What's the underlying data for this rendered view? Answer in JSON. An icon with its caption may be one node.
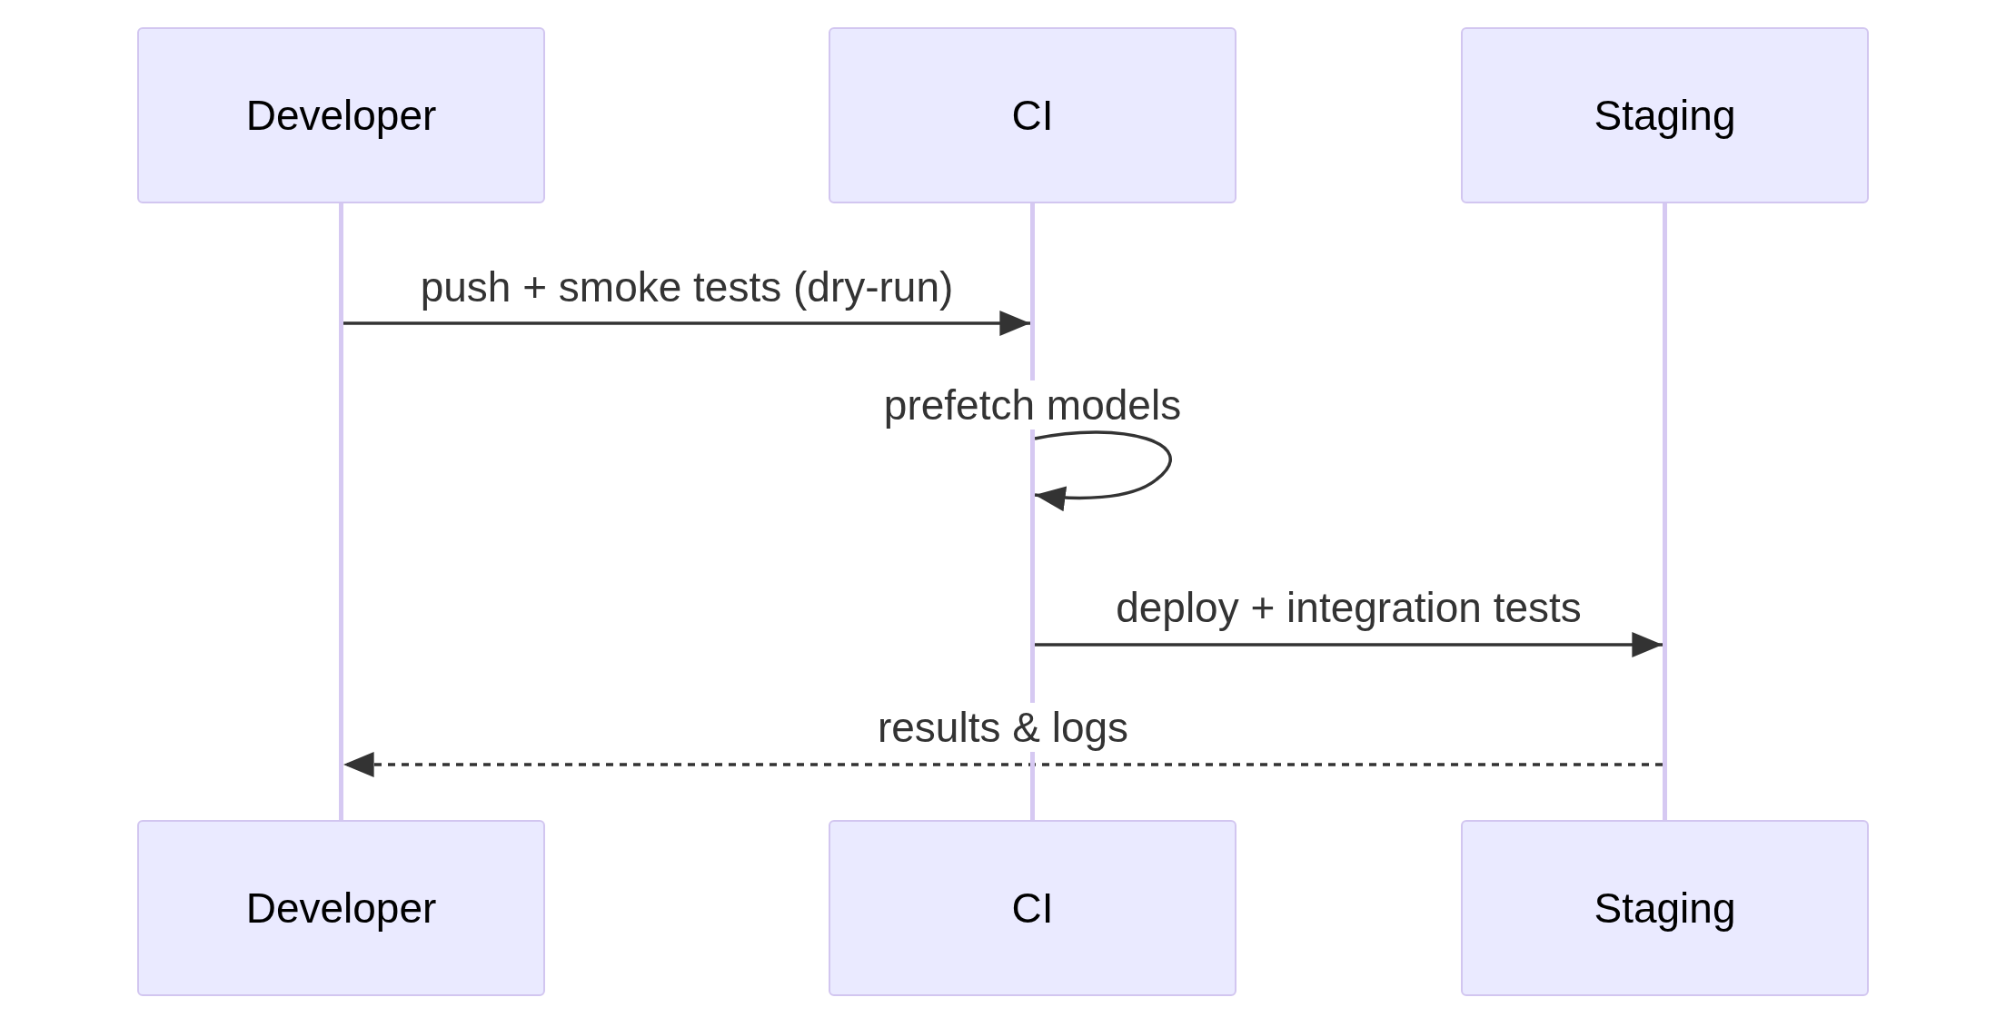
{
  "diagram": {
    "nodes": [
      {
        "text": [
          "Developer"
        ]
      },
      {
        "text": [
          "CI"
        ]
      },
      {
        "text": [
          "Staging"
        ]
      },
      {
        "text": [
          "Developer"
        ]
      },
      {
        "text": [
          "CI"
        ]
      },
      {
        "text": [
          "Staging"
        ]
      },
      {
        "text": [],
        "shape": "bar"
      },
      {
        "text": [],
        "shape": "bar"
      },
      {
        "text": [],
        "shape": "bar"
      }
    ],
    "edges": [
      {
        "from": 6,
        "to": 7,
        "arrow": "to",
        "label": "push + smoke tests (dry-run)"
      },
      {
        "from": 7,
        "to": 7,
        "arrow": "to",
        "label": "prefetch models"
      },
      {
        "from": 7,
        "to": 8,
        "arrow": "to",
        "label": "deploy + integration tests"
      },
      {
        "from": 8,
        "to": 6,
        "arrow": "to",
        "label": "results & logs",
        "style": "dashed"
      }
    ]
  }
}
